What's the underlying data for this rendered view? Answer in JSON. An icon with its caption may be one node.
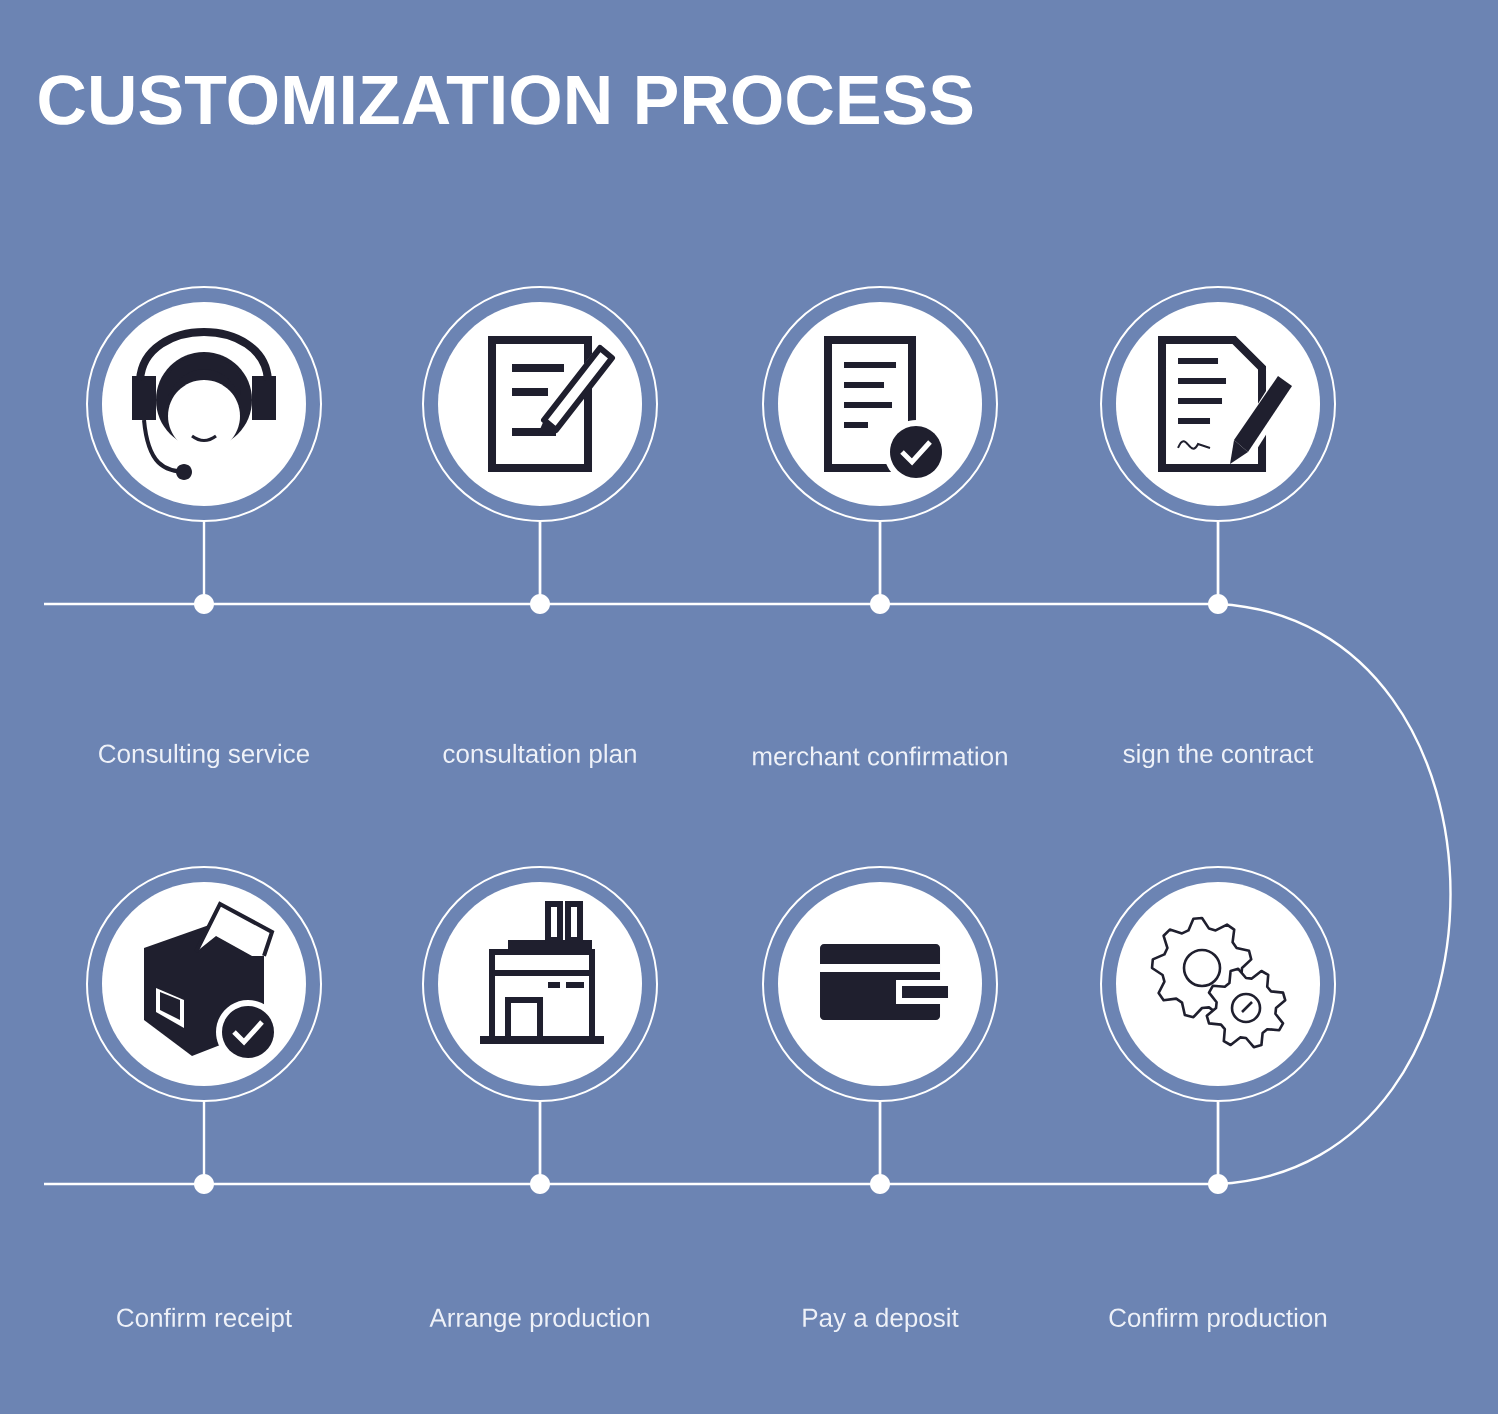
{
  "diagram": {
    "title": "CUSTOMIZATION PROCESS",
    "nodes": [
      {
        "text": [],
        "shape": "circle"
      },
      {
        "text": [],
        "shape": "circle"
      },
      {
        "text": [],
        "shape": "circle"
      },
      {
        "text": [],
        "shape": "circle"
      },
      {
        "text": [],
        "shape": "circle"
      },
      {
        "text": [],
        "shape": "circle"
      },
      {
        "text": [],
        "shape": "circle"
      },
      {
        "text": [],
        "shape": "circle"
      }
    ],
    "edges": [
      {
        "from": 0,
        "to": 1,
        "arrow": "none"
      },
      {
        "from": 1,
        "to": 2,
        "arrow": "none"
      },
      {
        "from": 2,
        "to": 3,
        "arrow": "none"
      },
      {
        "from": 3,
        "to": 7,
        "arrow": "none"
      },
      {
        "from": 7,
        "to": 6,
        "arrow": "none"
      },
      {
        "from": 6,
        "to": 5,
        "arrow": "none"
      },
      {
        "from": 5,
        "to": 4,
        "arrow": "none"
      }
    ],
    "labels": [
      "Consulting service",
      "consultation plan",
      "merchant confirmation",
      "sign the contract",
      "Confirm receipt",
      "Arrange production",
      "Pay a deposit",
      "Confirm production"
    ]
  }
}
